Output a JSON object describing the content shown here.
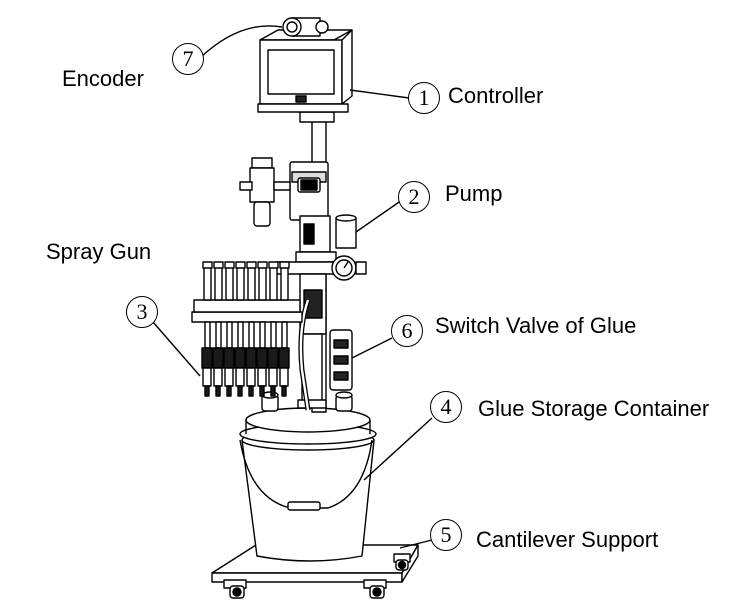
{
  "callouts": [
    {
      "number": "1",
      "label": "Controller"
    },
    {
      "number": "2",
      "label": "Pump"
    },
    {
      "number": "3",
      "label": "Spray Gun"
    },
    {
      "number": "4",
      "label": "Glue Storage Container"
    },
    {
      "number": "5",
      "label": "Cantilever Support"
    },
    {
      "number": "6",
      "label": "Switch Valve of Glue"
    },
    {
      "number": "7",
      "label": "Encoder"
    }
  ],
  "colors": {
    "line": "#000000",
    "fill": "#ffffff",
    "dark": "#1a1a1a"
  }
}
